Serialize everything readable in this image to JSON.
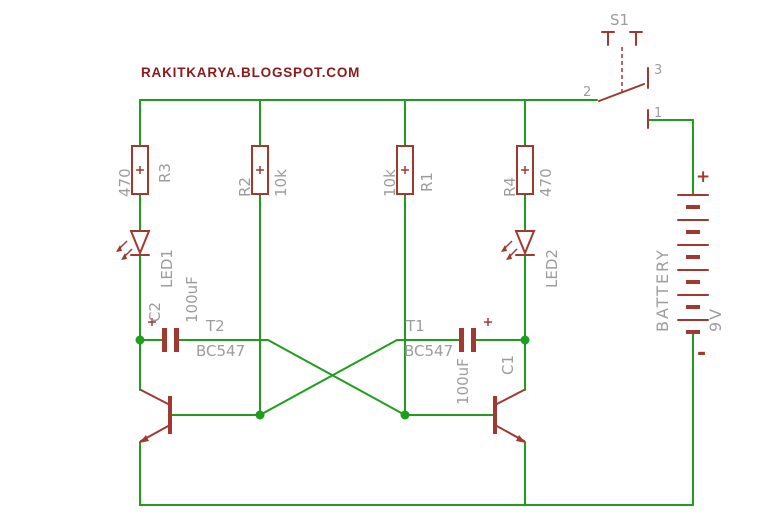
{
  "title": "RAKITKARYA.BLOGSPOT.COM",
  "colors": {
    "wire_green": "#1d9e1d",
    "symbol_red": "#a03a30",
    "label_gray": "#9c9c9c",
    "title_red": "#8b1a1a",
    "background": "#ffffff"
  },
  "components": {
    "r3": {
      "name": "R3",
      "value": "470"
    },
    "r2": {
      "name": "R2",
      "value": "10k"
    },
    "r1": {
      "name": "R1",
      "value": "10k"
    },
    "r4": {
      "name": "R4",
      "value": "470"
    },
    "led1": {
      "name": "LED1"
    },
    "led2": {
      "name": "LED2"
    },
    "c2": {
      "name": "C2",
      "value": "100uF"
    },
    "c1": {
      "name": "C1",
      "value": "100uF"
    },
    "t2": {
      "name": "T2",
      "value": "BC547"
    },
    "t1": {
      "name": "T1",
      "value": "BC547"
    },
    "s1": {
      "name": "S1",
      "pin1": "1",
      "pin2": "2",
      "pin3": "3"
    },
    "bat": {
      "name": "BATTERY",
      "value": "9V",
      "plus": "+",
      "minus": "-"
    }
  }
}
